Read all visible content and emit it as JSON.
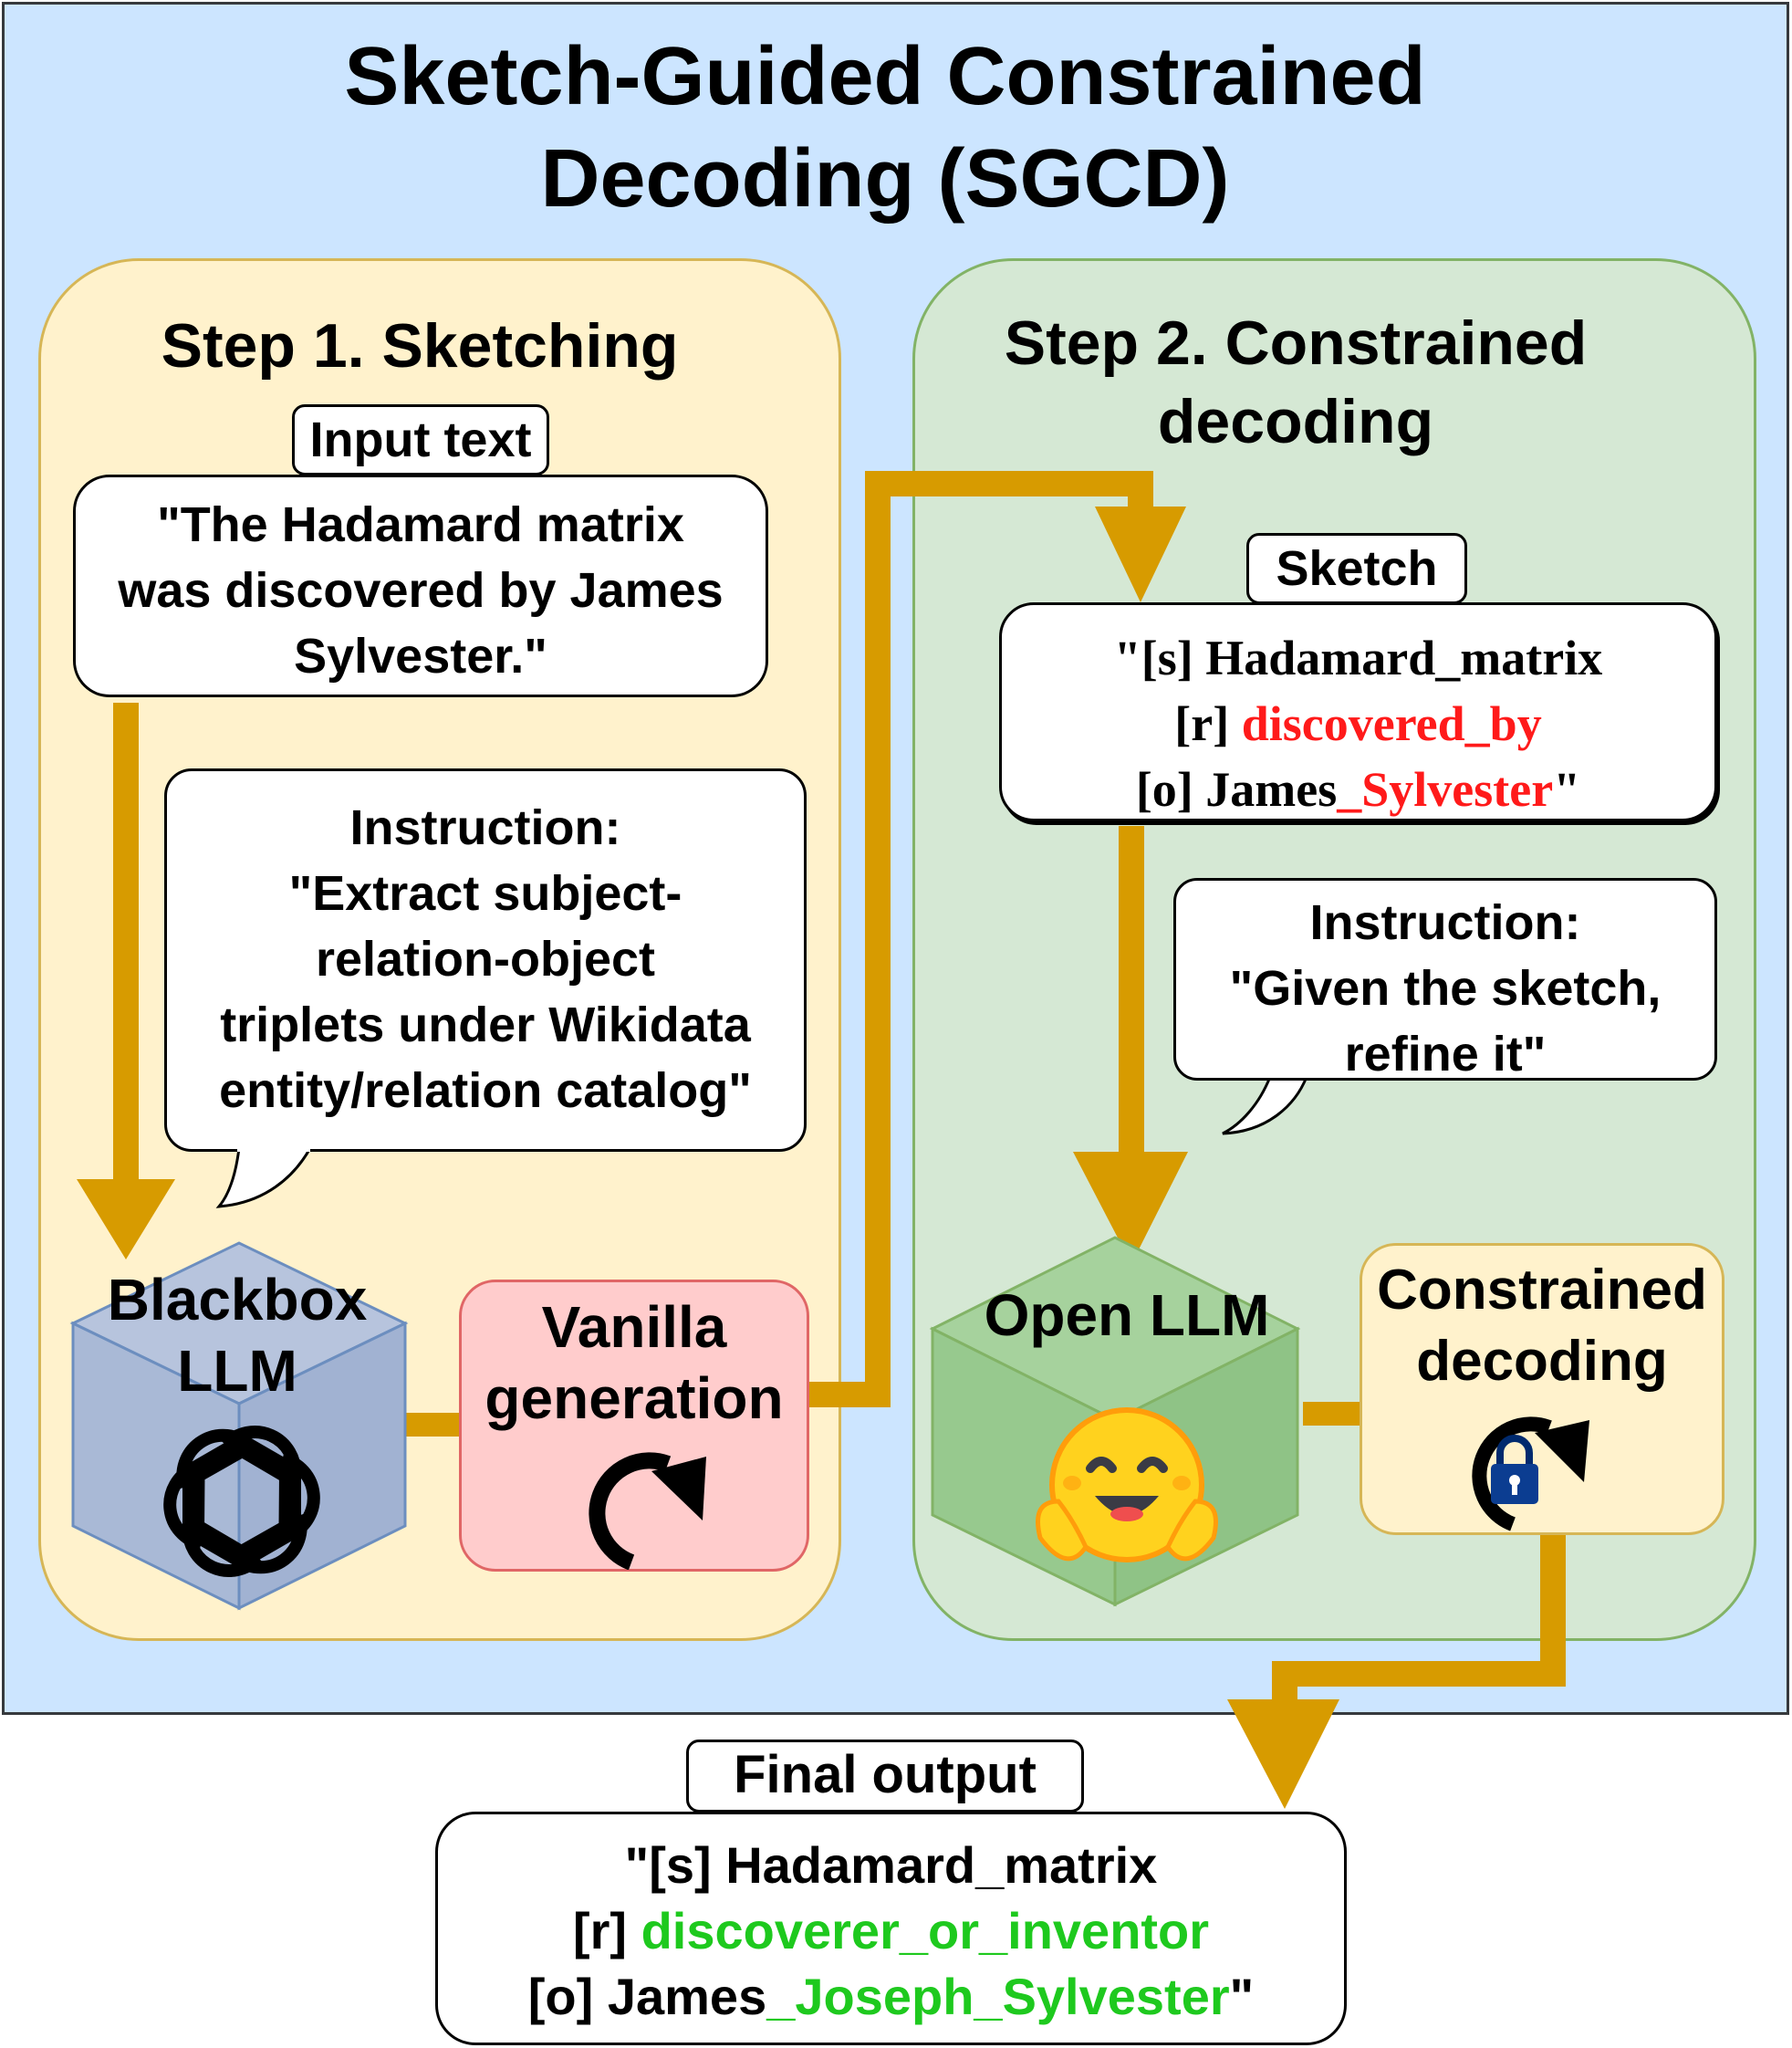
{
  "title": {
    "line1": "Sketch-Guided Constrained",
    "line2": "Decoding (SGCD)"
  },
  "step1": {
    "heading": "Step 1. Sketching",
    "input_tag": "Input text",
    "input_lines": [
      "\"The Hadamard matrix",
      "was discovered by James",
      "Sylvester.\""
    ],
    "instruction_lines": [
      "Instruction:",
      "\"Extract subject-",
      "relation-object",
      "triplets under Wikidata",
      "entity/relation catalog\""
    ],
    "model_label_lines": [
      "Blackbox",
      "LLM"
    ],
    "vanilla_lines": [
      "Vanilla",
      "generation"
    ]
  },
  "step2": {
    "heading_lines": [
      "Step 2. Constrained",
      "decoding"
    ],
    "sketch_tag": "Sketch",
    "sketch": {
      "s_line": "\"[s] Hadamard_matrix",
      "r_prefix": "[r] ",
      "r_value": "discovered_by",
      "o_prefix": "[o] James",
      "o_value": "_Sylvester",
      "o_suffix": "\""
    },
    "instruction_lines": [
      "Instruction:",
      "\"Given the sketch,",
      "refine it\""
    ],
    "model_label": "Open LLM",
    "constrained_lines": [
      "Constrained",
      "decoding"
    ]
  },
  "final": {
    "tag": "Final output",
    "s_line": "\"[s] Hadamard_matrix",
    "r_prefix": "[r] ",
    "r_value": "discoverer_or_inventor",
    "o_prefix": "[o] James",
    "o_value": "_Joseph_Sylvester",
    "o_suffix": "\""
  },
  "colors": {
    "outer_bg": "#cce5ff",
    "step1_bg": "#fff2cc",
    "step2_bg": "#d5e8d4",
    "arrow": "#d79b00",
    "vanilla_bg": "#ffcccc",
    "blackbox_cube": "#a9b9d6",
    "open_cube": "#97c98e",
    "refined_green": "#1ec91e",
    "sketch_red": "#ff1a1a"
  },
  "icons": [
    "openai-logo-icon",
    "refresh-arrow-icon",
    "hugging-face-emoji-icon",
    "lock-icon",
    "locked-refresh-arrow-icon"
  ]
}
